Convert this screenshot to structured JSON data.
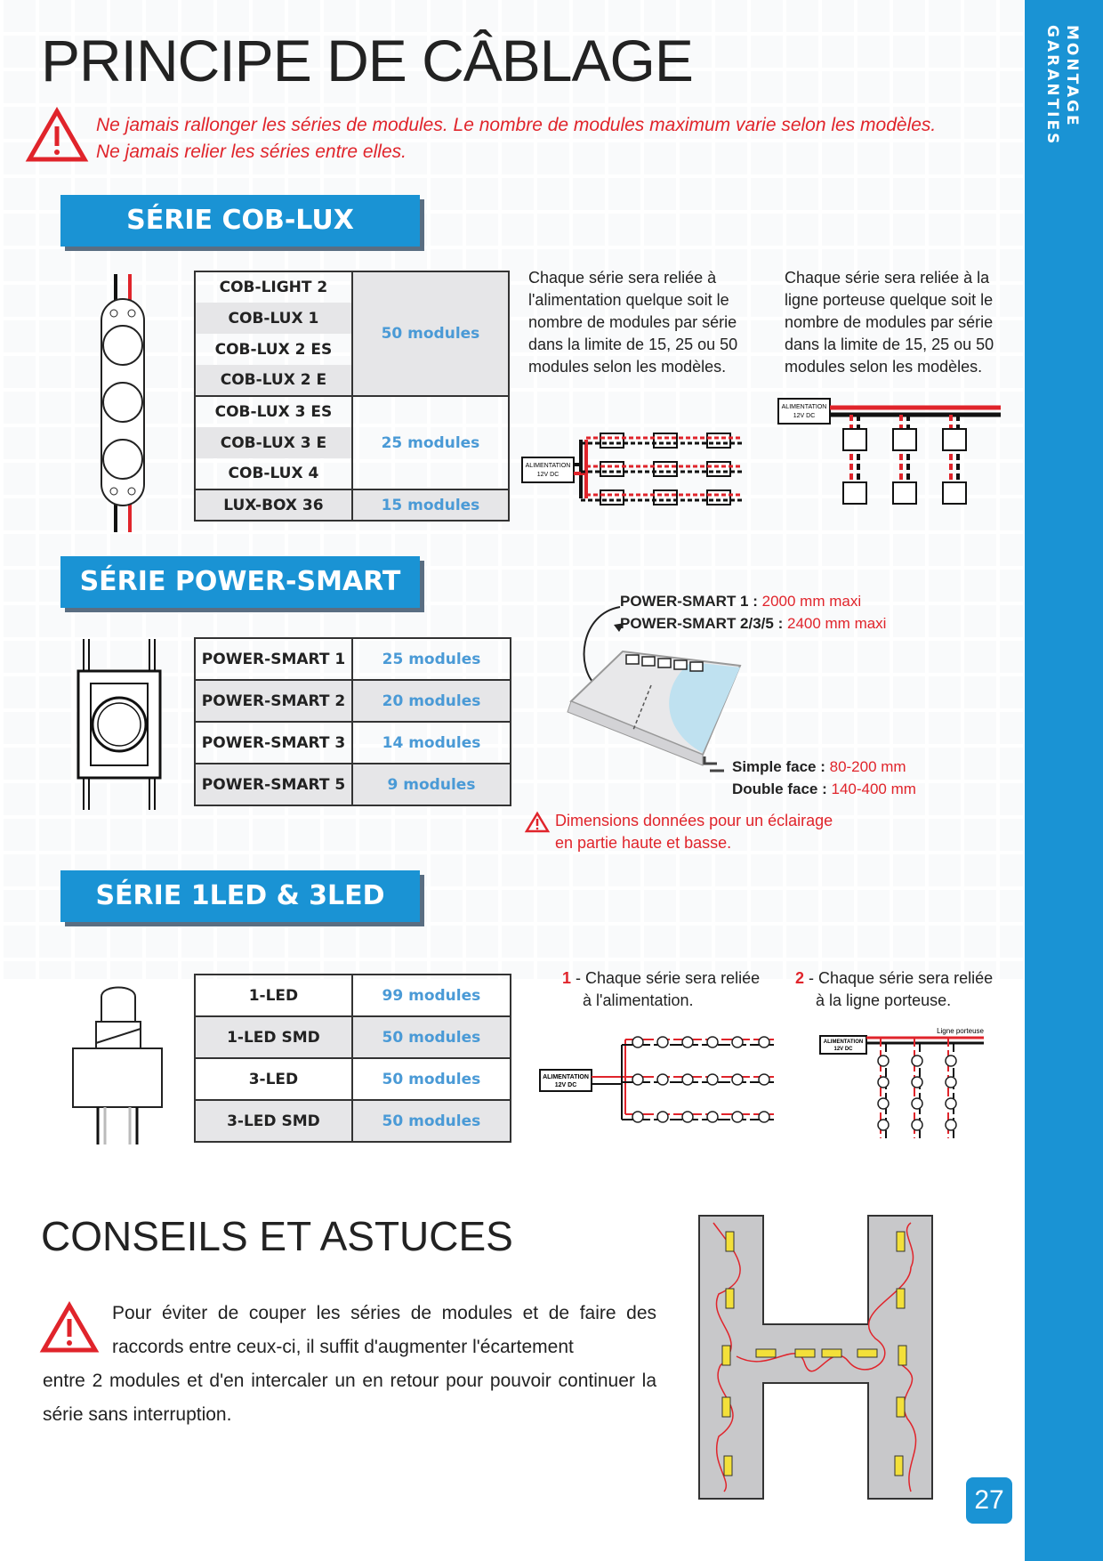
{
  "sidebar": {
    "label_line1": "MONTAGE",
    "label_line2": "GARANTIES"
  },
  "title": "PRINCIPE DE CÂBLAGE",
  "warning": {
    "line1": "Ne jamais rallonger les séries de modules. Le nombre de modules maximum varie selon les modèles.",
    "line2": "Ne jamais relier les séries entre elles."
  },
  "cob_lux": {
    "header": "SÉRIE COB-LUX",
    "rows": [
      {
        "name": "COB-LIGHT 2"
      },
      {
        "name": "COB-LUX 1"
      },
      {
        "name": "COB-LUX 2 ES"
      },
      {
        "name": "COB-LUX 2 E"
      },
      {
        "name": "COB-LUX 3 ES"
      },
      {
        "name": "COB-LUX 3 E"
      },
      {
        "name": "COB-LUX 4"
      },
      {
        "name": "LUX-BOX 36"
      }
    ],
    "counts": [
      "50 modules",
      "25 modules",
      "15 modules"
    ],
    "desc_left": "Chaque série sera reliée à l'alimentation quelque soit le nombre de modules par série dans la limite de 15, 25 ou 50 modules selon les modèles.",
    "desc_right": "Chaque série sera reliée à la ligne porteuse quelque soit le nombre de modules par série dans la limite de 15, 25 ou 50 modules selon les modèles.",
    "psu_label_1": "ALIMENTATION",
    "psu_label_2": "12V DC"
  },
  "power_smart": {
    "header": "SÉRIE POWER-SMART",
    "rows": [
      {
        "name": "POWER-SMART 1",
        "count": "25 modules"
      },
      {
        "name": "POWER-SMART 2",
        "count": "20 modules"
      },
      {
        "name": "POWER-SMART 3",
        "count": "14 modules"
      },
      {
        "name": "POWER-SMART 5",
        "count": "9 modules"
      }
    ],
    "callout1_label": "POWER-SMART 1 :",
    "callout1_value": "2000 mm maxi",
    "callout2_label": "POWER-SMART 2/3/5 :",
    "callout2_value": "2400 mm maxi",
    "simple_label": "Simple face :",
    "simple_value": "80-200 mm",
    "double_label": "Double face :",
    "double_value": "140-400 mm",
    "dim_note_line1": "Dimensions données pour un éclairage",
    "dim_note_line2": "en partie haute et basse."
  },
  "led": {
    "header": "SÉRIE 1LED & 3LED",
    "rows": [
      {
        "name": "1-LED",
        "count": "99 modules"
      },
      {
        "name": "1-LED SMD",
        "count": "50 modules"
      },
      {
        "name": "3-LED",
        "count": "50 modules"
      },
      {
        "name": "3-LED SMD",
        "count": "50 modules"
      }
    ],
    "note1_num": "1",
    "note1_line1": " - Chaque série sera reliée",
    "note1_line2": "à l'alimentation.",
    "note2_num": "2",
    "note2_line1": " - Chaque série sera reliée",
    "note2_line2": "à la ligne porteuse.",
    "line_label": "Ligne porteuse"
  },
  "conseils": {
    "title": "CONSEILS ET ASTUCES",
    "text_first": "Pour éviter de couper les séries de modules et de faire des raccords entre ceux-ci, il suffit d'augmenter l'écartement",
    "text_rest": "entre 2 modules et d'en intercaler un en retour pour pouvoir continuer la série sans interruption."
  },
  "page_number": "27",
  "colors": {
    "accent": "#1a93d4",
    "warning": "#e0242b",
    "count": "#4a9ad6"
  },
  "icons": [
    "warning-triangle-icon"
  ]
}
